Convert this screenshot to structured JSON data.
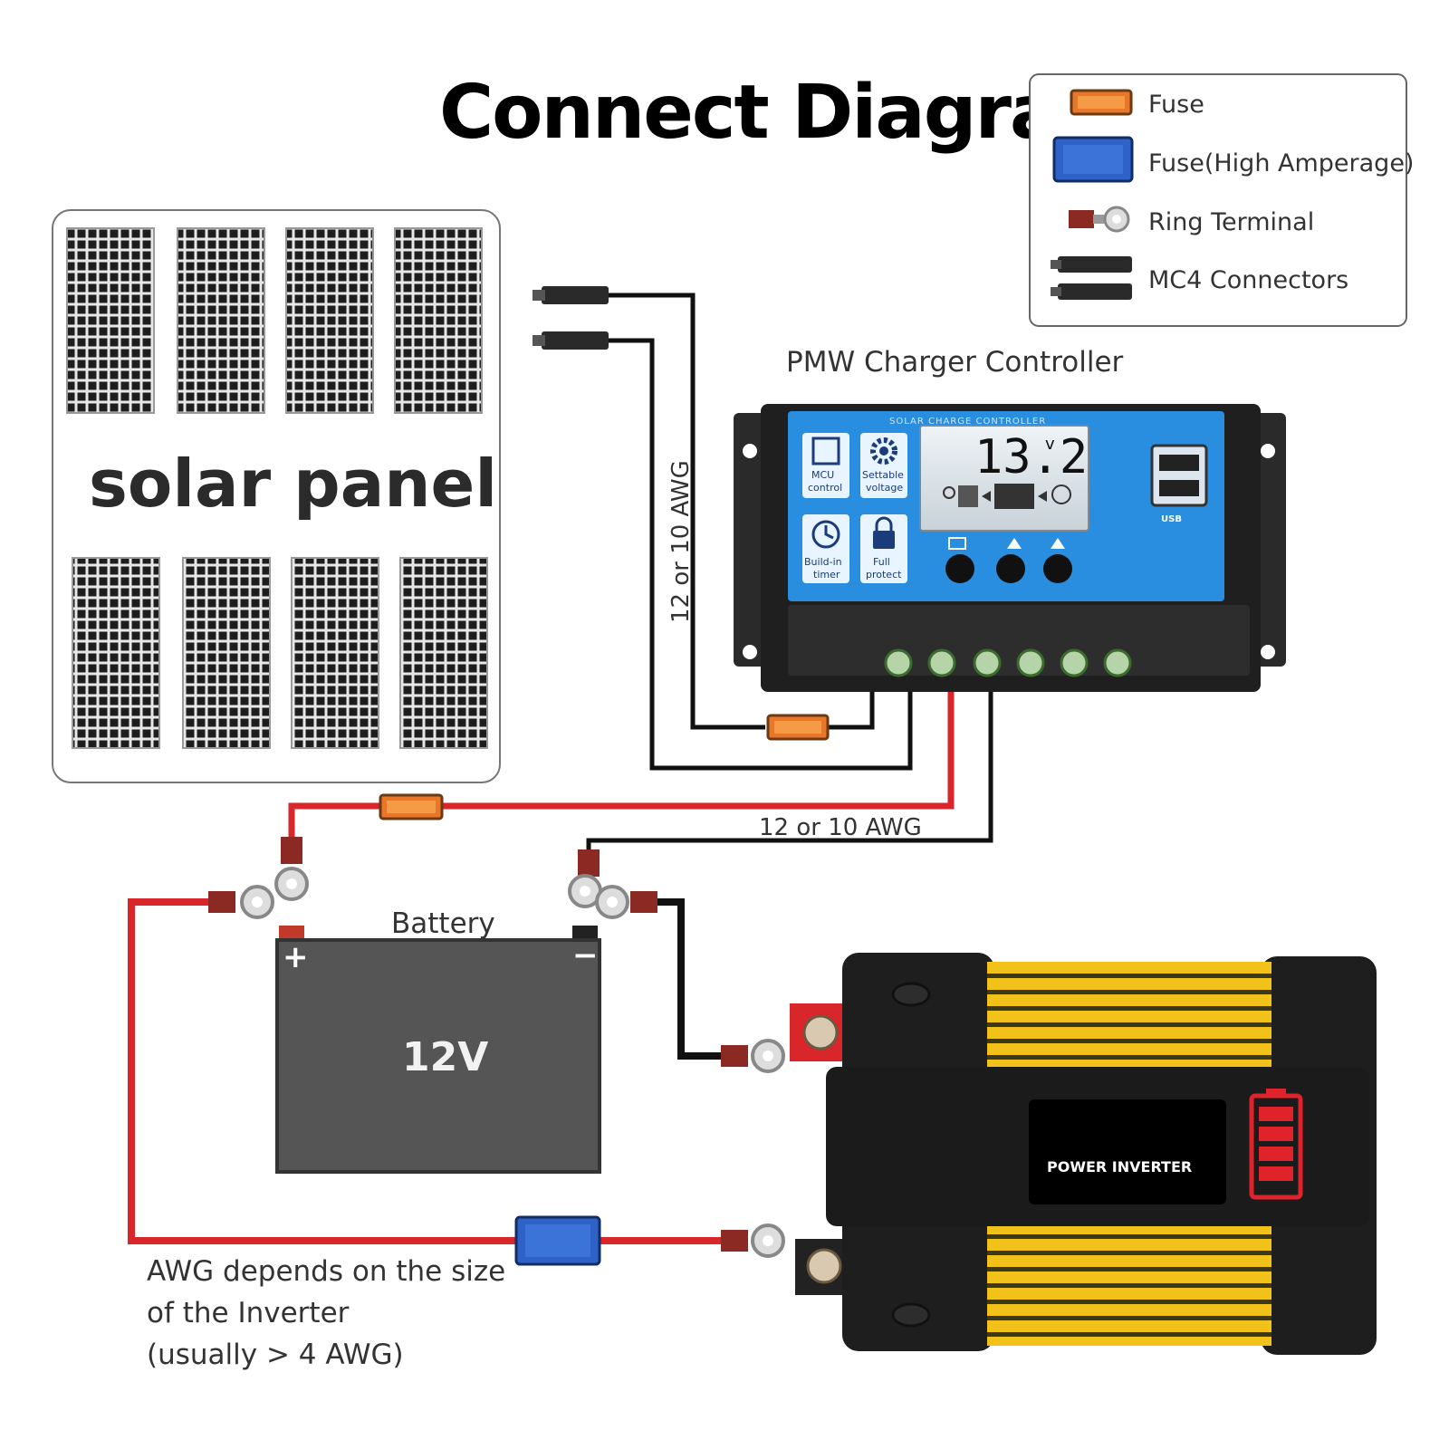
{
  "title": "Connect Diagram",
  "legend": {
    "items": [
      {
        "label": "Fuse",
        "icon": "fuse-icon",
        "color": "#e8772a"
      },
      {
        "label": "Fuse(High Amperage)",
        "icon": "high-amperage-fuse-icon",
        "color": "#2f62c7"
      },
      {
        "label": "Ring Terminal",
        "icon": "ring-terminal-icon",
        "color": "#8a2a22"
      },
      {
        "label": "MC4 Connectors",
        "icon": "mc4-connector-icon",
        "color": "#2a2a2a"
      }
    ]
  },
  "solar_panel": {
    "label": "solar panel"
  },
  "controller": {
    "label": "PMW Charger Controller",
    "header": "SOLAR CHARGE CONTROLLER",
    "display_value": "13.2",
    "display_unit": "v",
    "features": [
      {
        "line1": "MCU",
        "line2": "control",
        "icon": "chip-icon"
      },
      {
        "line1": "Settable",
        "line2": "voltage",
        "icon": "gear-icon"
      },
      {
        "line1": "Build-in",
        "line2": "timer",
        "icon": "clock-icon"
      },
      {
        "line1": "Full",
        "line2": "protect",
        "icon": "lock-icon"
      }
    ],
    "usb_label": "USB"
  },
  "wire_labels": {
    "vertical": "12 or 10 AWG",
    "horizontal": "12 or 10 AWG"
  },
  "battery": {
    "label": "Battery",
    "voltage": "12V",
    "positive": "+",
    "negative": "−"
  },
  "inverter": {
    "label": "POWER INVERTER"
  },
  "note": {
    "line1": "AWG depends on the size",
    "line2": "of the Inverter",
    "line3": "(usually  > 4 AWG)"
  },
  "colors": {
    "positive_wire": "#d8262b",
    "negative_wire": "#111111",
    "controller_panel": "#2a8ee0",
    "inverter_body": "#f2c21b"
  }
}
